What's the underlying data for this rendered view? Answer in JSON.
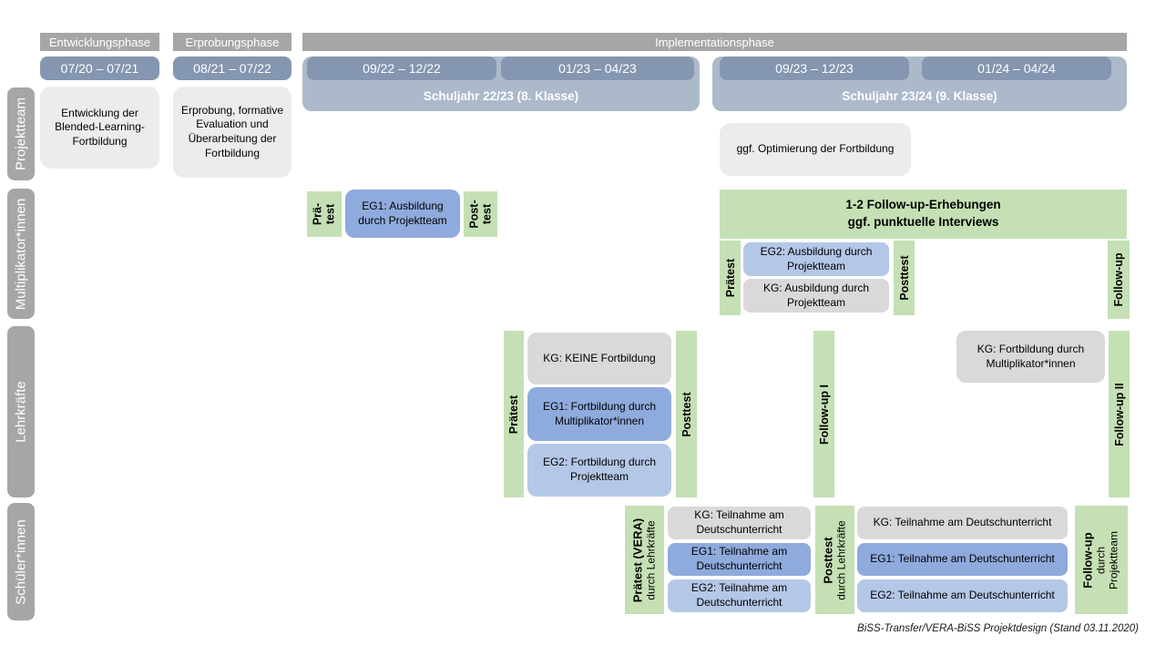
{
  "colors": {
    "header-gray": "#a6a6a6",
    "slate": "#8496b0",
    "slate-light": "#acb9ca",
    "box-gray-light": "#ececec",
    "box-gray": "#d9d9d9",
    "eg1-blue": "#8faadc",
    "eg2-blue": "#b4c7e7",
    "green": "#c5e0b4"
  },
  "phases": {
    "development": "Entwicklungsphase",
    "testing": "Erprobungsphase",
    "implementation": "Implementationsphase"
  },
  "timeline": {
    "d1": "07/20 – 07/21",
    "d2": "08/21 – 07/22",
    "d3": "09/22 – 12/22",
    "d4": "01/23 – 04/23",
    "d5": "09/23 – 12/23",
    "d6": "01/24 – 04/24",
    "year1": "Schuljahr 22/23 (8. Klasse)",
    "year2": "Schuljahr 23/24 (9. Klasse)"
  },
  "row_labels": {
    "projektteam": "Projektteam",
    "multiplikatoren": "Multiplikator*innen",
    "lehrkraefte": "Lehrkräfte",
    "schueler": "Schüler*innen"
  },
  "projektteam": {
    "development": "Entwicklung der Blended-Learning-Fortbildung",
    "testing": "Erprobung, formative Evaluation und Überarbeitung der Fortbildung",
    "optimization": "ggf. Optimierung der Fortbildung"
  },
  "multiplikatoren": {
    "praetest1_line1": "Prä-",
    "praetest1_line2": "test",
    "eg1": "EG1: Ausbildung durch Projektteam",
    "posttest1_line1": "Post-",
    "posttest1_line2": "test",
    "followup_box_line1": "1-2 Follow-up-Erhebungen",
    "followup_box_line2": "ggf. punktuelle Interviews",
    "praetest2": "Prätest",
    "eg2": "EG2: Ausbildung durch Projektteam",
    "kg": "KG: Ausbildung durch Projektteam",
    "posttest2": "Posttest",
    "followup": "Follow-up"
  },
  "lehrkraefte": {
    "praetest": "Prätest",
    "kg1": "KG: KEINE Fortbildung",
    "eg1": "EG1: Fortbildung durch Multiplikator*innen",
    "eg2": "EG2: Fortbildung durch Projektteam",
    "posttest": "Posttest",
    "followup1": "Follow-up I",
    "kg2": "KG: Fortbildung durch Multiplikator*innen",
    "followup2": "Follow-up II"
  },
  "schueler": {
    "praetest_main": "Prätest (VERA)",
    "praetest_sub": "durch Lehrkräfte",
    "kg": "KG: Teilnahme am Deutschunterricht",
    "eg1": "EG1: Teilnahme am Deutschunterricht",
    "eg2": "EG2: Teilnahme am Deutschunterricht",
    "posttest_main": "Posttest",
    "posttest_sub": "durch Lehrkräfte",
    "followup_main": "Follow-up",
    "followup_sub1": "durch",
    "followup_sub2": "Projektteam"
  },
  "caption": "BiSS-Transfer/VERA-BiSS Projektdesign (Stand 03.11.2020)"
}
